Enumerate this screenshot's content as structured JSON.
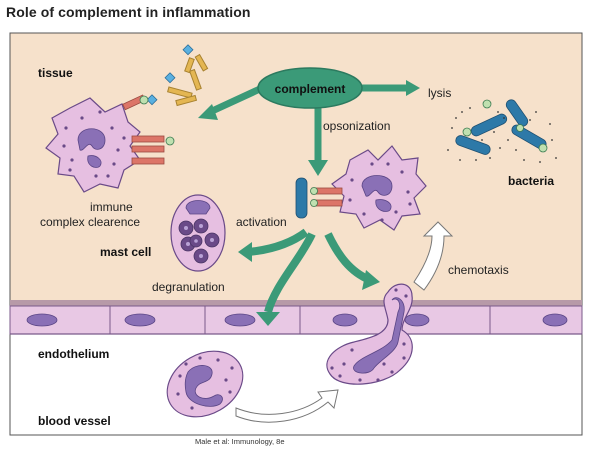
{
  "title": "Role of complement in inflammation",
  "caption": "Male et al: Immunology, 8e",
  "labels": {
    "tissue": "tissue",
    "complement": "complement",
    "lysis": "lysis",
    "opsonization": "opsonization",
    "bacteria": "bacteria",
    "immune_line1": "immune",
    "immune_line2": "complex clearence",
    "activation": "activation",
    "mast_cell": "mast cell",
    "degranulation": "degranulation",
    "chemotaxis": "chemotaxis",
    "endothelium": "endothelium",
    "blood_vessel": "blood vessel"
  },
  "colors": {
    "tissue_bg": "#f6e1cb",
    "arrow_green": "#3b9a78",
    "complement_fill": "#3b9a78",
    "cell_fill": "#e6bfe1",
    "cell_stroke": "#6a4a88",
    "nucleus": "#8a70b6",
    "receptor_red": "#dc7568",
    "receptor_blue": "#2d79a8",
    "bacteria_blue": "#2d79a8",
    "antibody_gold": "#e4b652",
    "antigen_blue": "#5ab0e0",
    "endothelium_fill": "#e8c8e4"
  }
}
